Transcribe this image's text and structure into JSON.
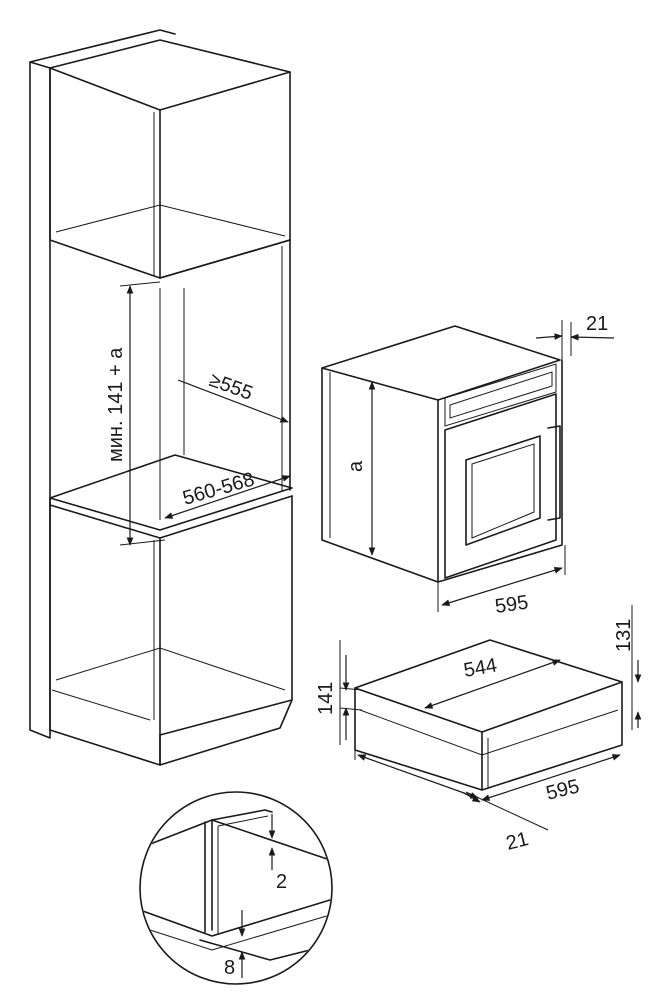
{
  "labels": {
    "niche_height": "мин. 141 + a",
    "niche_depth": "≥555",
    "niche_width": "560-568",
    "front_offset": "21",
    "oven_height": "a",
    "oven_width": "595",
    "drawer_inner_width": "544",
    "drawer_height_left": "141",
    "drawer_height_right": "131",
    "drawer_width": "595",
    "drawer_front_offset": "21",
    "gap_top": "2",
    "gap_bottom": "8"
  }
}
